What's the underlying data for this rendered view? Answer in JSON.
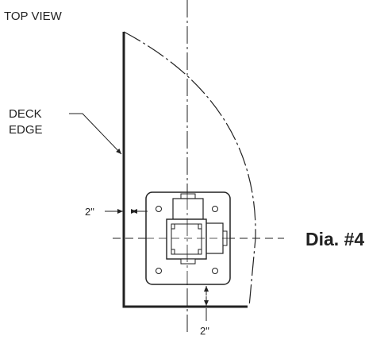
{
  "diagram": {
    "view_title": "TOP VIEW",
    "deck_edge_label": {
      "line1": "DECK",
      "line2": "EDGE"
    },
    "side_dimension": "2\"",
    "bottom_dimension": "2\"",
    "diagram_label": "Dia. #4",
    "colors": {
      "linework": "#222222",
      "diagram_label": "#a6674a"
    }
  }
}
